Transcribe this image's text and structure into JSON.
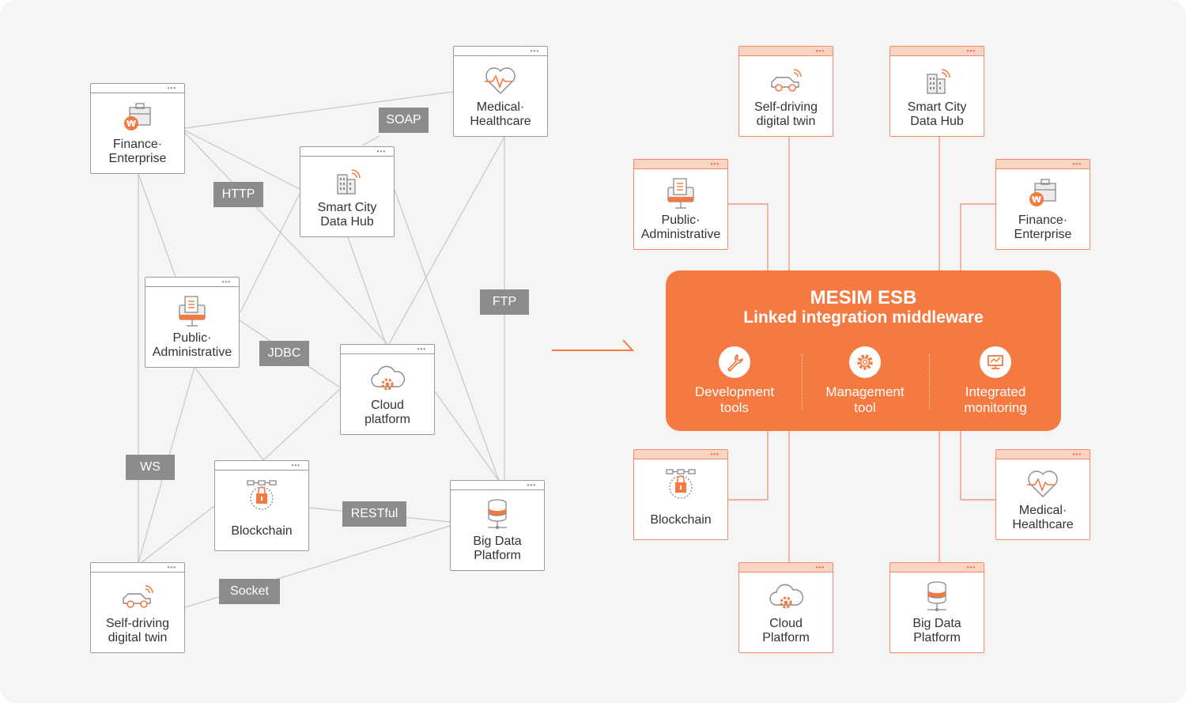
{
  "left": {
    "nodes": {
      "finance": {
        "l1": "Finance·",
        "l2": "Enterprise",
        "icon": "briefcase-won-icon"
      },
      "medical": {
        "l1": "Medical·",
        "l2": "Healthcare",
        "icon": "heart-pulse-icon"
      },
      "smartcity": {
        "l1": "Smart City",
        "l2": "Data Hub",
        "icon": "building-signal-icon"
      },
      "public": {
        "l1": "Public·",
        "l2": "Administrative",
        "icon": "monitor-document-icon"
      },
      "cloud": {
        "l1": "Cloud",
        "l2": "platform",
        "icon": "cloud-gear-icon"
      },
      "blockchain": {
        "l1": "Blockchain",
        "icon": "blockchain-lock-icon"
      },
      "bigdata": {
        "l1": "Big Data",
        "l2": "Platform",
        "icon": "database-icon"
      },
      "selfdriving": {
        "l1": "Self-driving",
        "l2": "digital twin",
        "icon": "car-signal-icon"
      }
    },
    "protocols": {
      "soap": "SOAP",
      "http": "HTTP",
      "ftp": "FTP",
      "jdbc": "JDBC",
      "ws": "WS",
      "restful": "RESTful",
      "socket": "Socket"
    }
  },
  "esb": {
    "title": "MESIM ESB",
    "subtitle": "Linked integration middleware",
    "features": [
      {
        "l1": "Development",
        "l2": "tools",
        "icon": "wrench-icon"
      },
      {
        "l1": "Management",
        "l2": "tool",
        "icon": "gear-icon"
      },
      {
        "l1": "Integrated",
        "l2": "monitoring",
        "icon": "monitor-icon"
      }
    ]
  },
  "right": {
    "nodes": {
      "selfdriving": {
        "l1": "Self-driving",
        "l2": "digital twin"
      },
      "smartcity": {
        "l1": "Smart City",
        "l2": "Data Hub"
      },
      "public": {
        "l1": "Public·",
        "l2": "Administrative"
      },
      "finance": {
        "l1": "Finance·",
        "l2": "Enterprise"
      },
      "blockchain": {
        "l1": "Blockchain"
      },
      "medical": {
        "l1": "Medical·",
        "l2": "Healthcare"
      },
      "cloud": {
        "l1": "Cloud",
        "l2": "Platform"
      },
      "bigdata": {
        "l1": "Big Data",
        "l2": "Platform"
      }
    }
  },
  "colors": {
    "accent": "#f47a42",
    "accent_light": "#fcd4c4",
    "gray_tag": "#8c8c8c",
    "line_gray": "#c8c8c8",
    "background": "#f5f5f5"
  }
}
